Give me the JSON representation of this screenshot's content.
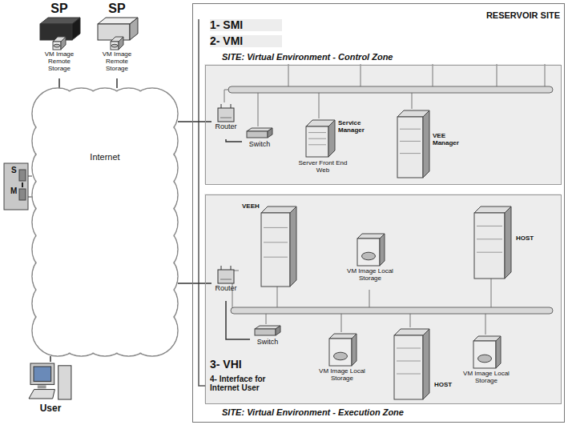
{
  "diagram": {
    "nodes": [
      {
        "text": [
          "SP"
        ]
      },
      {
        "text": [
          "VM Image Remote Storage"
        ],
        "in": 0
      },
      {
        "text": [
          "SP"
        ]
      },
      {
        "text": [
          "VM Image Remote Storage"
        ],
        "in": 2
      },
      {
        "text": [
          "Internet"
        ]
      },
      {
        "text": [
          "RESERVOIR SITE"
        ]
      },
      {
        "text": [
          "SITE: Virtual Environment - Control Zone"
        ],
        "in": 5
      },
      {
        "text": [
          "Router"
        ],
        "in": 6
      },
      {
        "text": [
          "Switch"
        ],
        "in": 6
      },
      {
        "text": [
          "Service Manager",
          "Server Front End Web"
        ],
        "in": 6
      },
      {
        "text": [
          "VEE Manager"
        ],
        "in": 6
      },
      {
        "text": [
          "SITE: Virtual Environment - Execution Zone"
        ],
        "in": 5
      },
      {
        "text": [
          "VEEH"
        ],
        "in": 11
      },
      {
        "text": [
          "VM Image Local Storage"
        ],
        "in": 11
      },
      {
        "text": [
          "HOST"
        ],
        "in": 11
      },
      {
        "text": [
          "Router"
        ],
        "in": 11
      },
      {
        "text": [
          "Switch"
        ],
        "in": 11
      },
      {
        "text": [
          "VM Image Local Storage"
        ],
        "in": 11
      },
      {
        "text": [
          "HOST"
        ],
        "in": 11
      },
      {
        "text": [
          "VM Image Local Storage"
        ],
        "in": 11
      },
      {
        "text": [
          "User"
        ]
      }
    ],
    "edges": [
      {
        "from": 0,
        "to": 4,
        "arrow": "none"
      },
      {
        "from": 2,
        "to": 4,
        "arrow": "none"
      },
      {
        "from": 4,
        "to": 7,
        "arrow": "none"
      },
      {
        "from": 4,
        "to": 15,
        "arrow": "none"
      },
      {
        "from": 20,
        "to": 4,
        "arrow": "none"
      },
      {
        "from": 7,
        "to": 8,
        "arrow": "none"
      },
      {
        "from": 15,
        "to": 16,
        "arrow": "none"
      }
    ],
    "labels": [
      "1- SMI",
      "2- VMI",
      "3- VHI",
      "4- Interface for Internet User",
      "S",
      "M"
    ]
  }
}
